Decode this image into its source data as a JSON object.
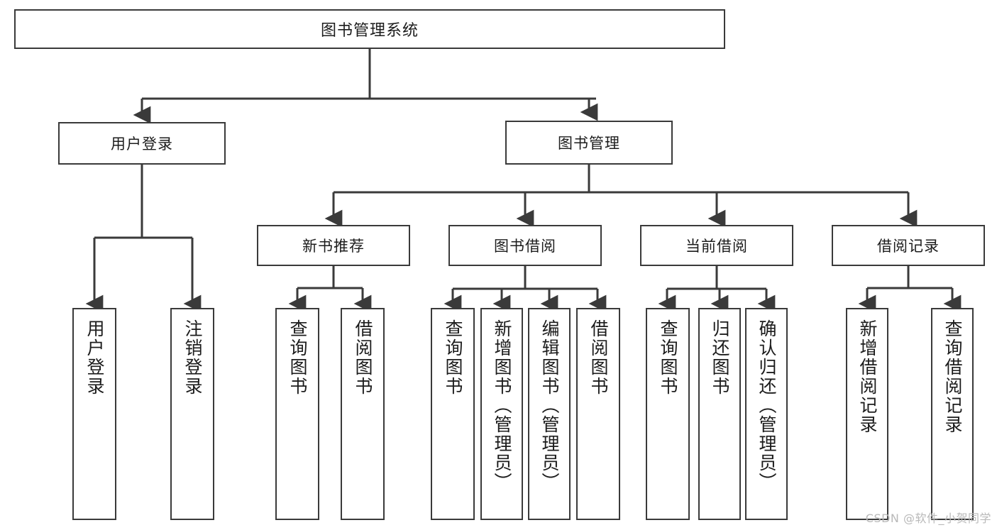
{
  "diagram": {
    "type": "tree-hierarchy",
    "title": "图书管理系统",
    "watermark": "CSDN @软件_小贺同学",
    "colors": {
      "background": "#ffffff",
      "box_fill": "#ffffff",
      "box_border": "#3a3a3a",
      "edge": "#3a3a3a",
      "text": "#1c1c1c",
      "watermark": "#b9b9b9"
    },
    "nodes": {
      "root": {
        "label": "图书管理系统"
      },
      "level1": [
        {
          "id": "user-login",
          "label": "用户登录"
        },
        {
          "id": "book-manage",
          "label": "图书管理"
        }
      ],
      "level2": [
        {
          "id": "new-book-rec",
          "label": "新书推荐"
        },
        {
          "id": "book-borrow",
          "label": "图书借阅"
        },
        {
          "id": "current-borrow",
          "label": "当前借阅"
        },
        {
          "id": "borrow-record",
          "label": "借阅记录"
        }
      ],
      "leaves": {
        "user-login": [
          {
            "id": "leaf-user-login",
            "label": "用户登录"
          },
          {
            "id": "leaf-user-logout",
            "label": "注销登录"
          }
        ],
        "new-book-rec": [
          {
            "id": "leaf-query-book-1",
            "label": "查询图书"
          },
          {
            "id": "leaf-borrow-book-1",
            "label": "借阅图书"
          }
        ],
        "book-borrow": [
          {
            "id": "leaf-query-book-2",
            "label": "查询图书"
          },
          {
            "id": "leaf-add-book",
            "label": "新增图书（管理员）"
          },
          {
            "id": "leaf-edit-book",
            "label": "编辑图书（管理员）"
          },
          {
            "id": "leaf-borrow-book-2",
            "label": "借阅图书"
          }
        ],
        "current-borrow": [
          {
            "id": "leaf-query-book-3",
            "label": "查询图书"
          },
          {
            "id": "leaf-return-book",
            "label": "归还图书"
          },
          {
            "id": "leaf-confirm-return",
            "label": "确认归还（管理员）"
          }
        ],
        "borrow-record": [
          {
            "id": "leaf-add-record",
            "label": "新增借阅记录"
          },
          {
            "id": "leaf-query-record",
            "label": "查询借阅记录"
          }
        ]
      }
    }
  }
}
